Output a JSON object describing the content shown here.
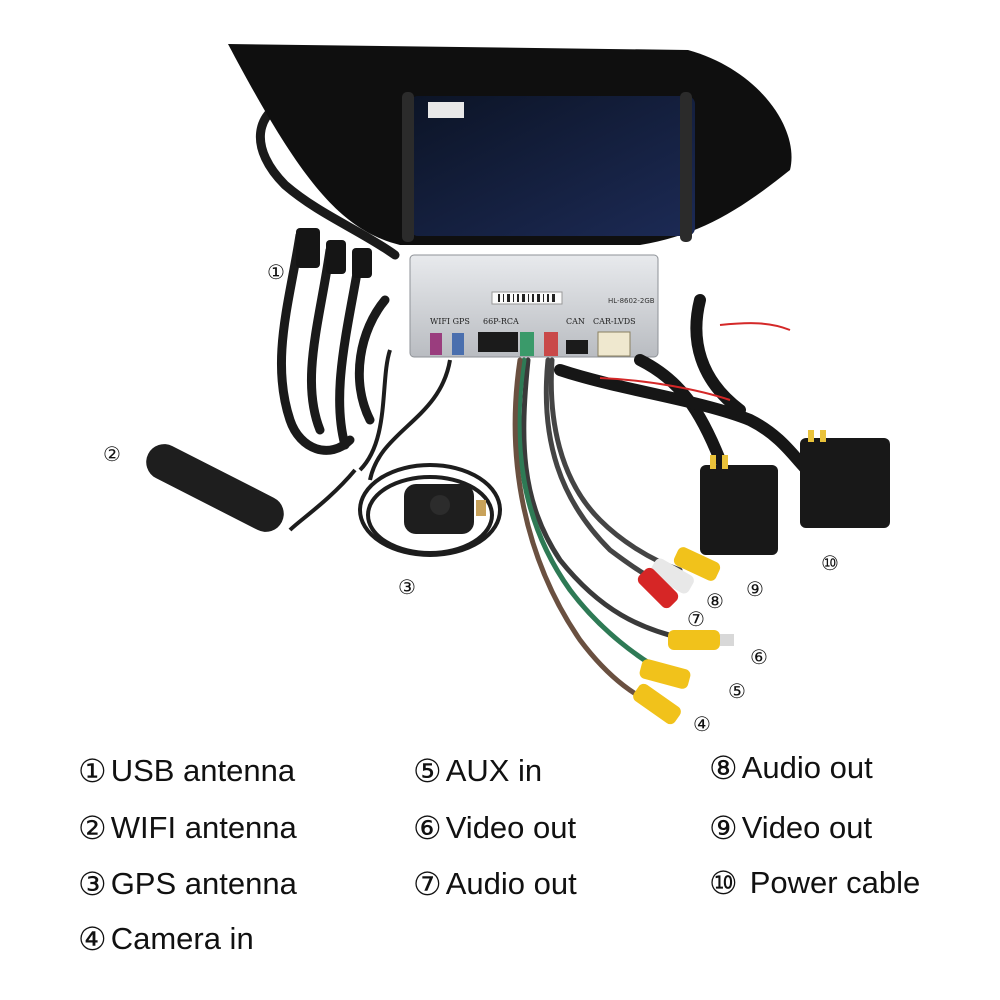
{
  "callouts": {
    "usb": "①",
    "wifi": "②",
    "gps": "③",
    "camera": "④",
    "aux": "⑤",
    "video_out": "⑥",
    "audio_out": "⑦",
    "audio_out_2": "⑧",
    "video_out_2": "⑨",
    "power": "⑩"
  },
  "unit_labels": {
    "wifi_gps": "WIFI GPS",
    "rca": "66P-RCA",
    "can": "CAN",
    "car_lvds": "CAR-LVDS",
    "model": "HL-8602-2GB"
  },
  "legend": [
    {
      "num": "①",
      "label": "USB antenna"
    },
    {
      "num": "②",
      "label": "WIFI antenna"
    },
    {
      "num": "③",
      "label": "GPS antenna"
    },
    {
      "num": "④",
      "label": "Camera in"
    },
    {
      "num": "⑤",
      "label": "AUX in"
    },
    {
      "num": "⑥",
      "label": "Video out"
    },
    {
      "num": "⑦",
      "label": "Audio out"
    },
    {
      "num": "⑧",
      "label": "Audio out"
    },
    {
      "num": "⑨",
      "label": "Video out"
    },
    {
      "num": "⑩",
      "label": "Power cable"
    }
  ]
}
